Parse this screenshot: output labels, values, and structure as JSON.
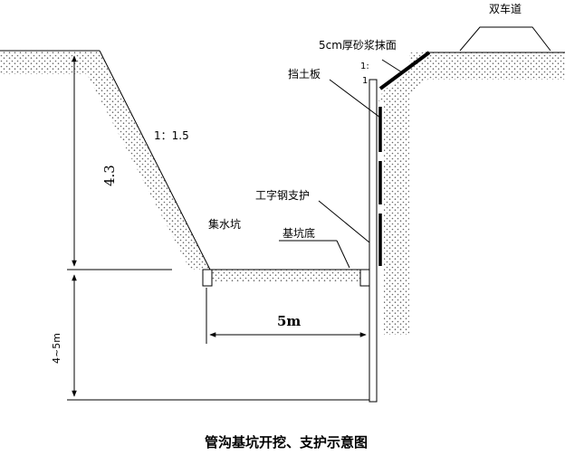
{
  "labels": {
    "road": "双车道",
    "mortar_face": "5cm厚砂浆抹面",
    "slope_right_num": "1:",
    "slope_right_den": "1",
    "retaining_board": "挡土板",
    "slope_left": "1：1.5",
    "depth_upper": "4.3",
    "i_beam_support": "工字钢支护",
    "sump": "集水坑",
    "pit_bottom": "基坑底",
    "width": "5m",
    "depth_lower": "4~5m",
    "caption": "管沟基坑开挖、支护示意图"
  }
}
